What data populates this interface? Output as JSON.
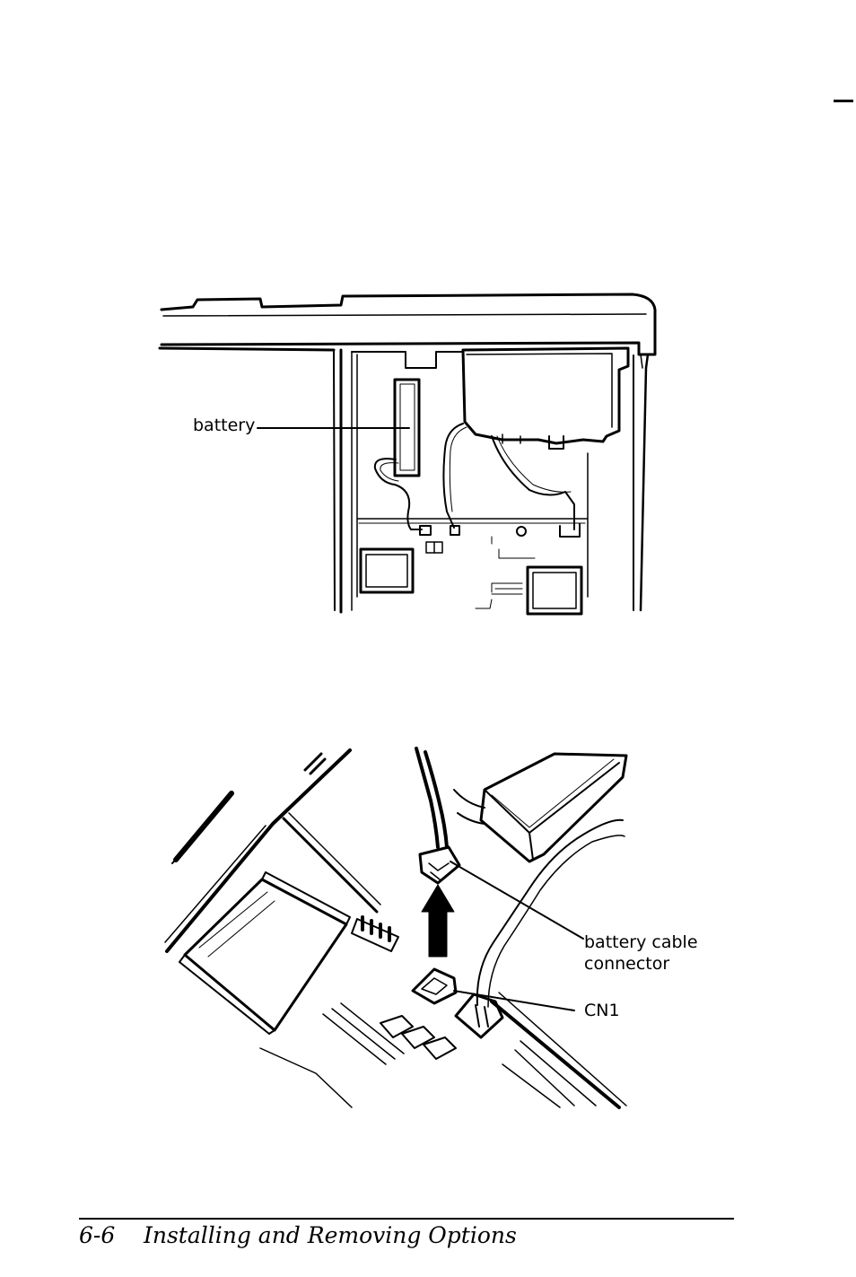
{
  "figure_top": {
    "labels": {
      "battery": "battery"
    }
  },
  "figure_bottom": {
    "labels": {
      "connector_line1": "battery cable",
      "connector_line2": "connector",
      "cn1": "CN1"
    }
  },
  "footer": {
    "page_number": "6-6",
    "title": "Installing and Removing Options"
  }
}
